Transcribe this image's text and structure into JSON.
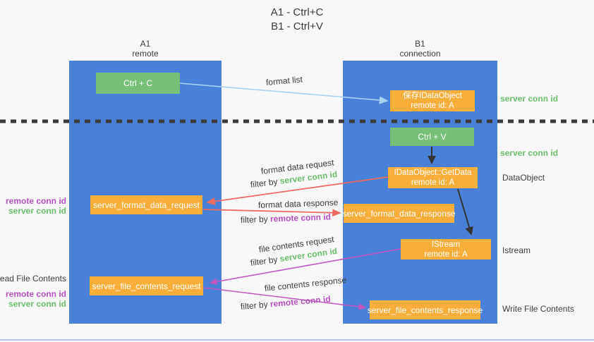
{
  "title": {
    "line1": "A1 - Ctrl+C",
    "line2": "B1 - Ctrl+V"
  },
  "lanes": {
    "a1": {
      "title": "A1",
      "subtitle": "remote"
    },
    "b1": {
      "title": "B1",
      "subtitle": "connection"
    }
  },
  "nodes": {
    "ctrl_c": {
      "label": "Ctrl + C"
    },
    "save_dataobject": {
      "line1": "保存IDataObject",
      "line2": "remote id: A"
    },
    "ctrl_v": {
      "label": "Ctrl + V"
    },
    "getdata": {
      "line1": "IDataObject::GetData",
      "line2": "remote id: A"
    },
    "format_request": {
      "label": "server_format_data_request"
    },
    "format_response": {
      "label": "server_format_data_response"
    },
    "istream": {
      "line1": "IStream",
      "line2": "remote id: A"
    },
    "file_request": {
      "label": "server_file_contents_request"
    },
    "file_response": {
      "label": "server_file_contents_response"
    }
  },
  "edge_labels": {
    "format_list": "format list",
    "format_data_request": "format data request",
    "format_data_response": "format data response",
    "file_contents_request": "file contents request",
    "file_contents_response": "file contents response",
    "filter_by": "filter by",
    "server_conn_id": "server conn id",
    "remote_conn_id": "remote conn id"
  },
  "side_right": {
    "server_conn_id_1": "server conn id",
    "server_conn_id_2": "server conn id",
    "dataobject": "DataObject",
    "istream": "Istream",
    "write_file_contents": "Write File Contents"
  },
  "side_left": {
    "remote_conn_id_1": "remote conn id",
    "server_conn_id_1": "server conn id",
    "read_file_contents": "Read File Contents",
    "remote_conn_id_2": "remote conn id",
    "server_conn_id_2": "server conn id"
  },
  "colors": {
    "lane_blue": "#4a81d8",
    "node_green": "#77c077",
    "node_orange": "#f9ae3c",
    "arrow_blue": "#a8d3f0",
    "arrow_black": "#333333",
    "arrow_red": "#ec6a5f",
    "arrow_magenta": "#c058c0",
    "text_green": "#6cbf6c",
    "text_purple": "#b551c2",
    "dashed_line": "#3a3a3a",
    "bottom_line": "#b3cbe8"
  }
}
